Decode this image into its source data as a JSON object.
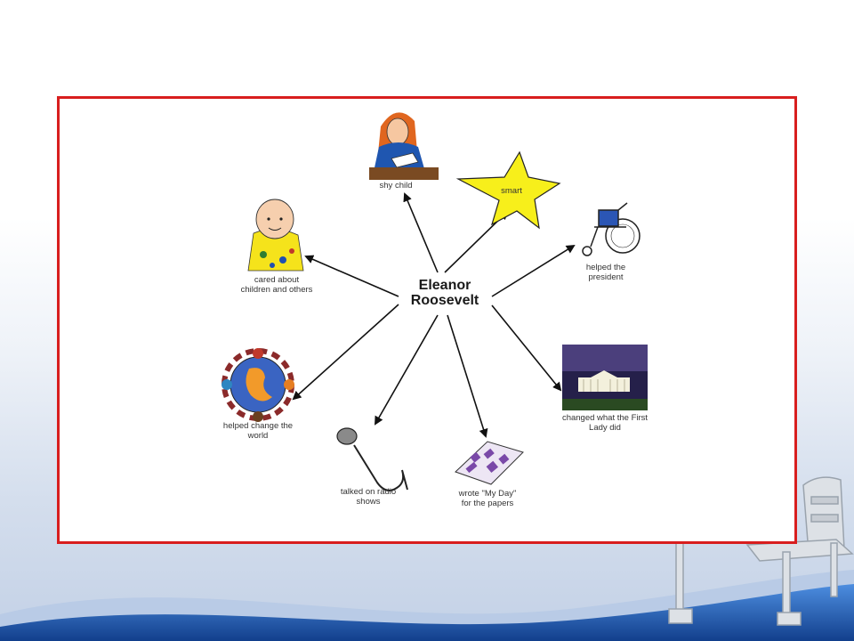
{
  "diagram": {
    "center": {
      "line1": "Eleanor",
      "line2": "Roosevelt"
    },
    "nodes": [
      {
        "id": "shy-child",
        "label": "shy child",
        "icon": "girl-writing-icon"
      },
      {
        "id": "smart",
        "label": "smart",
        "icon": "star-icon"
      },
      {
        "id": "helped-president",
        "label": "helped the president",
        "icon": "wheelchair-icon"
      },
      {
        "id": "first-lady",
        "label": "changed what the First Lady did",
        "icon": "white-house-icon"
      },
      {
        "id": "my-day",
        "label": "wrote \"My Day\" for the papers",
        "icon": "newspaper-icon"
      },
      {
        "id": "radio",
        "label": "talked on radio shows",
        "icon": "microphone-icon"
      },
      {
        "id": "change-world",
        "label": "helped change the world",
        "icon": "globe-children-icon"
      },
      {
        "id": "cared",
        "label": "cared about children and others",
        "icon": "baby-icon"
      }
    ]
  },
  "colors": {
    "frame_border": "#d81e1e",
    "star_fill": "#f7ef1b",
    "wave_blue": "#1f5fb8"
  }
}
